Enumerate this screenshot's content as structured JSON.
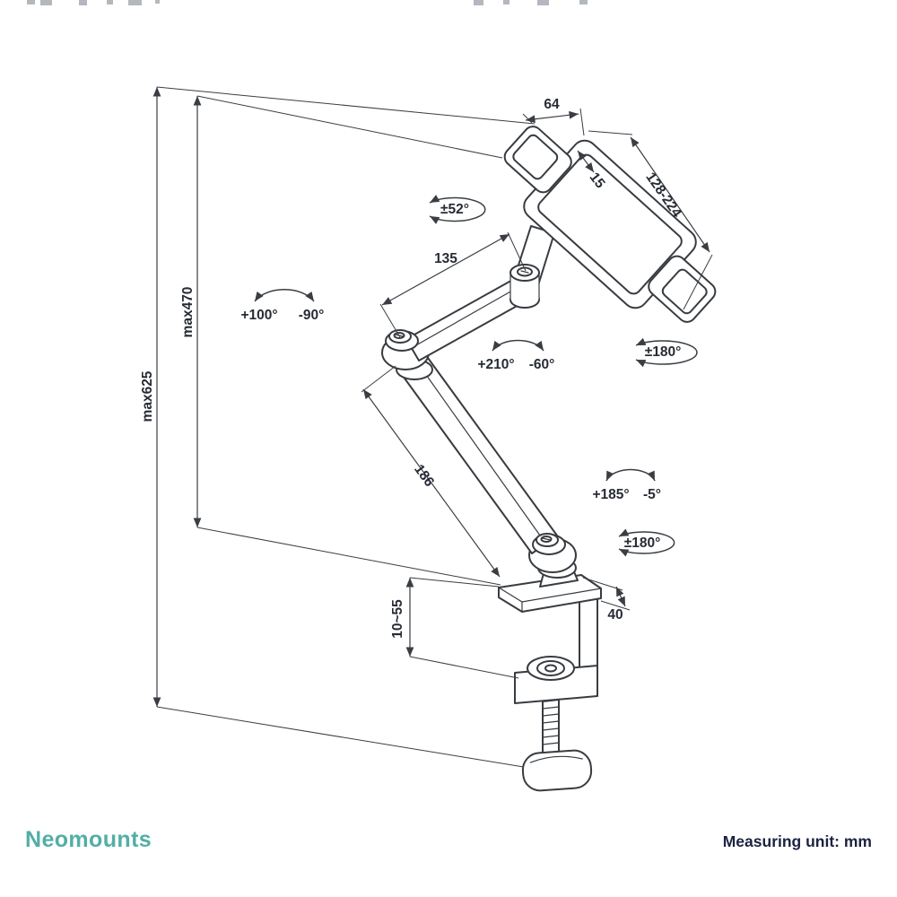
{
  "brand": {
    "name": "Neomounts",
    "color": "#53aea6"
  },
  "footer": {
    "measuring_unit": "Measuring unit: mm",
    "text_color": "#1c2240"
  },
  "dimensions": {
    "max_total": "max625",
    "max_arm": "max470",
    "upper_arm": "135",
    "lower_arm": "186",
    "holder_width": "64",
    "jaw_depth": "15",
    "holder_range": "128-224",
    "clamp_range": "10~55",
    "clamp_depth": "40"
  },
  "angles": {
    "tilt": "±52°",
    "elbow_plus": "+100°",
    "elbow_minus": "-90°",
    "mid_plus": "+210°",
    "mid_minus": "-60°",
    "holder_rot": "±180°",
    "base_plus": "+185°",
    "base_minus": "-5°",
    "base_rot": "±180°"
  }
}
